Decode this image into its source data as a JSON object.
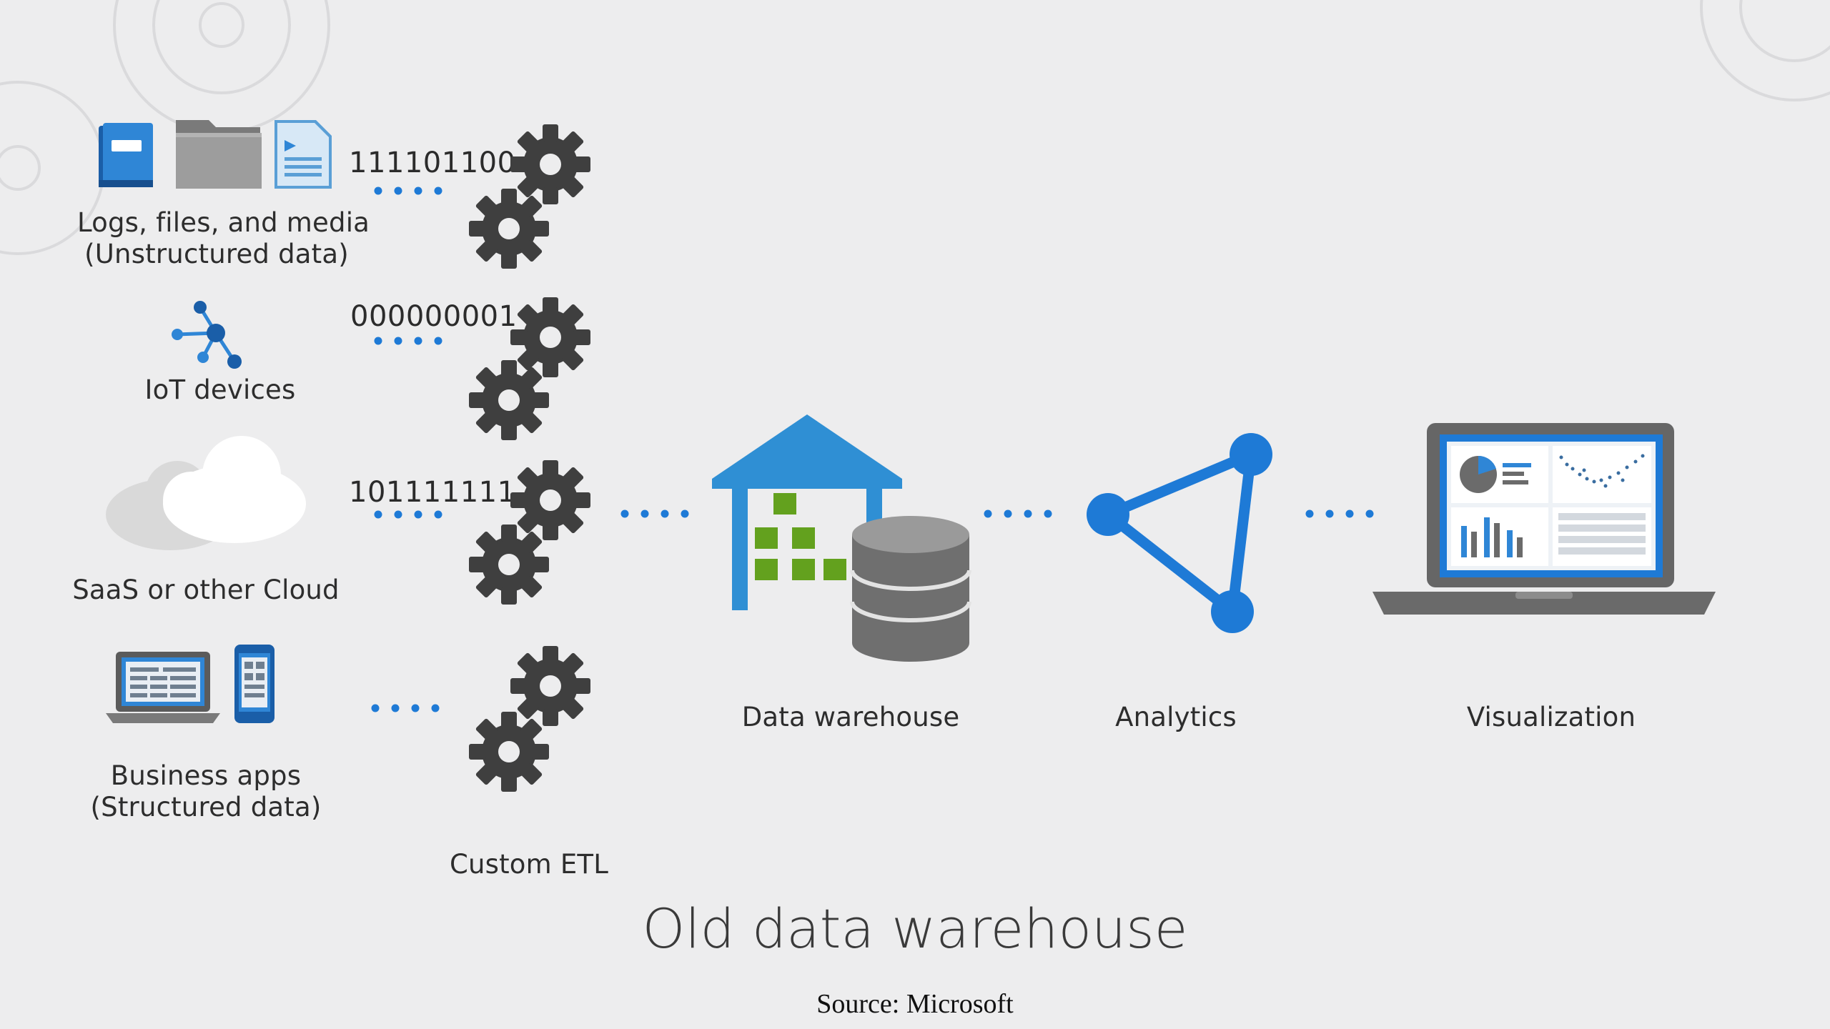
{
  "sources": {
    "unstructured": {
      "line1": "Logs, files, and media",
      "line2": "(Unstructured data)",
      "binary": "111101100"
    },
    "iot": {
      "label": "IoT devices",
      "binary": "000000001"
    },
    "saas": {
      "label": "SaaS or other Cloud",
      "binary": "101111111"
    },
    "business": {
      "line1": "Business apps",
      "line2": "(Structured data)"
    }
  },
  "stages": {
    "etl": "Custom ETL",
    "warehouse": "Data warehouse",
    "analytics": "Analytics",
    "visualization": "Visualization"
  },
  "title": "Old data warehouse",
  "source_credit": "Source: Microsoft",
  "colors": {
    "background": "#ededee",
    "accent_blue": "#1e7ad6",
    "warehouse_blue": "#2f8fd4",
    "gear": "#3d3d3d",
    "green": "#63a11e"
  },
  "icons": [
    "book-icon",
    "folder-icon",
    "document-icon",
    "iot-network-icon",
    "cloud-icon",
    "laptop-icon",
    "phone-icon",
    "gear-icon",
    "warehouse-icon",
    "database-icon",
    "analytics-triangle-icon",
    "laptop-dashboard-icon"
  ]
}
